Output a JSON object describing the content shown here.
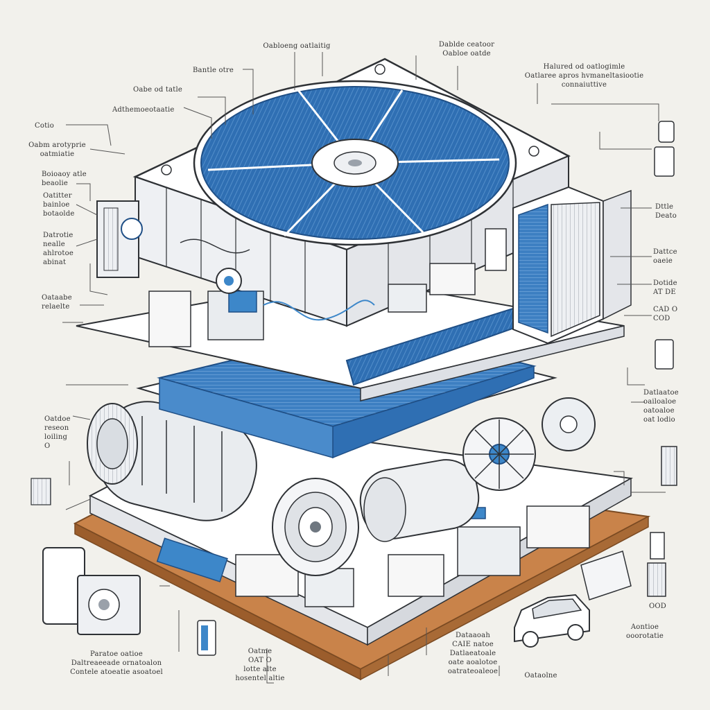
{
  "diagram": {
    "labels": {
      "top_center": "Oabloeng oatlaitig",
      "top_right_a": "Dablde ceatoor\nOabloe oatde",
      "top_right_b": "Halured od oatlogimle\nOatlaree apros hvmaneltasiootie\nconnaiuttive",
      "left_1": "Bantle otre",
      "left_2": "Oabe od tatle",
      "left_3": "Adthemoeotaatie",
      "left_4": "Cotio",
      "left_5": "Oabm arotyprie\noatmiatie",
      "left_6": "Boioaoy atle\nbeaolie",
      "left_7": "Oatitter\nbainloe\nbotaolde",
      "left_8": "Datrotie\nnealle\nahlrotoe\nabinat",
      "left_9": "Oataabe\nrelaelte",
      "left_10": "Oatdoe\nreseon\nloiling\nO",
      "right_1": "Dttle\nDeato",
      "right_2": "Dattce\noaeie",
      "right_3": "Dotide\nAT DE",
      "right_4": "CAD O\nCOD",
      "right_5": "Datlaatoe\noailoaloe\noatoaloe\noat lodio",
      "bottom_left": "Paratoe oatioe\nDaltreaeeade ornatoalon\nContele atoeatie asoatoel",
      "bottom_center": "Oatme\nOAT O\nlotte alte\nhosentel altie",
      "bottom_center_right": "Dataaoah\nCAIE natoe\nDatlaeatoale\noate aoalotoe\noatrateoaleoe",
      "bottom_right_a": "Oataolne",
      "bottom_right_b": "Aontioe\nooorotatie",
      "right_bottom_small": "OOD"
    },
    "colors": {
      "paper": "#f2f1ec",
      "ink": "#2e3135",
      "shell": "#ffffff",
      "shell_side": "#e4e6ea",
      "fan_blue": "#2f6fb3",
      "fan_blue_dark": "#1f4f86",
      "accent_blue": "#3d87c9",
      "wood": "#c9834a",
      "wood_dark": "#9b5d2c"
    }
  }
}
